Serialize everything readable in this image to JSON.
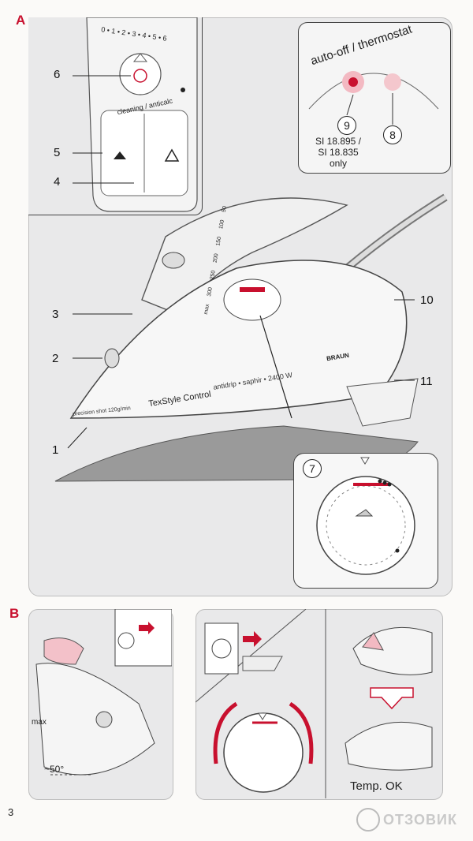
{
  "section_a": "A",
  "section_b": "B",
  "callouts": {
    "c1": "1",
    "c2": "2",
    "c3": "3",
    "c4": "4",
    "c5": "5",
    "c6": "6",
    "c7": "7",
    "c8": "8",
    "c9": "9",
    "c10": "10",
    "c11": "11"
  },
  "top_inset": {
    "dial_scale": "0 • 1 • 2 • 3 • 4 • 5 • 6",
    "cleaning_label": "cleaning / anticalc"
  },
  "thermostat_inset": {
    "title": "auto-off / thermostat",
    "note_line1": "SI 18.895 /",
    "note_line2": "SI 18.835",
    "note_line3": "only"
  },
  "iron": {
    "brand": "BRAUN",
    "model_text": "TexStyle Control",
    "spec_text": "antidrip • saphir • 2400 W",
    "shot_text": "precision shot 120g/min",
    "scale_marks": [
      "max",
      "300",
      "250",
      "200",
      "150",
      "100",
      "50"
    ]
  },
  "panel_b1": {
    "max_label": "max",
    "angle_label": "~50°"
  },
  "panel_b2": {
    "temp_ok": "Temp. OK"
  },
  "footer": {
    "page_number": "3",
    "watermark": "ОТЗОВИК"
  },
  "colors": {
    "accent_red": "#c8102e",
    "panel_gray": "#e9e9ea"
  }
}
